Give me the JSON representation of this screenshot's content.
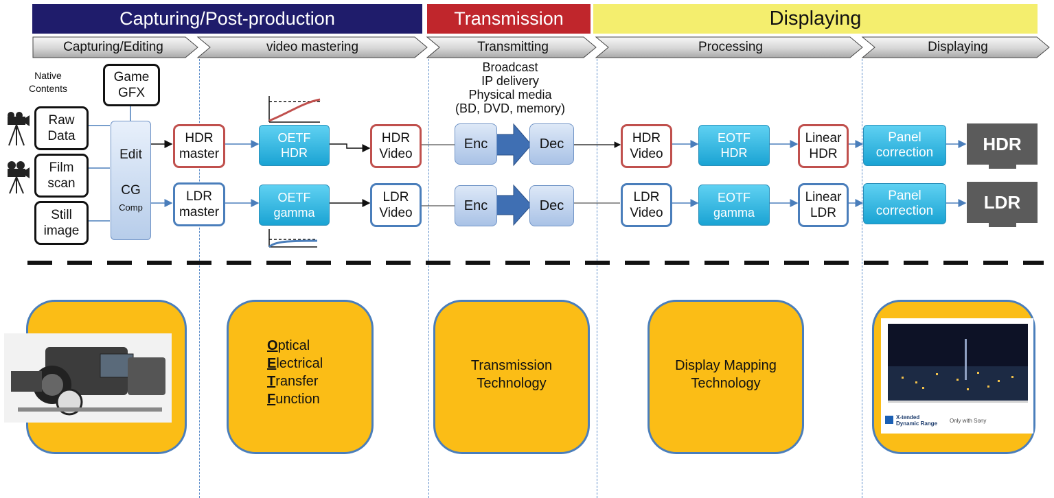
{
  "phases": {
    "capturing": "Capturing/Post-production",
    "transmission": "Transmission",
    "displaying": "Displaying"
  },
  "steps": [
    "Capturing/Editing",
    "video mastering",
    "Transmitting",
    "Processing",
    "Displaying"
  ],
  "sources": {
    "native_contents": [
      "Native",
      "Contents"
    ],
    "game": [
      "Game",
      "GFX"
    ],
    "raw": [
      "Raw",
      "Data"
    ],
    "film": [
      "Film",
      "scan"
    ],
    "still": [
      "Still",
      "image"
    ],
    "edit": "Edit",
    "cg": "CG",
    "comp": "Comp"
  },
  "hdr_path": {
    "master": [
      "HDR",
      "master"
    ],
    "oetf": [
      "OETF",
      "HDR"
    ],
    "video": [
      "HDR",
      "Video"
    ],
    "enc": "Enc",
    "dec": "Dec",
    "rx_video": [
      "HDR",
      "Video"
    ],
    "eotf": [
      "EOTF",
      "HDR"
    ],
    "linear": [
      "Linear",
      "HDR"
    ],
    "panel": [
      "Panel",
      "correction"
    ],
    "display": "HDR"
  },
  "ldr_path": {
    "master": [
      "LDR",
      "master"
    ],
    "oetf": [
      "OETF",
      "gamma"
    ],
    "video": [
      "LDR",
      "Video"
    ],
    "enc": "Enc",
    "dec": "Dec",
    "rx_video": [
      "LDR",
      "Video"
    ],
    "eotf": [
      "EOTF",
      "gamma"
    ],
    "linear": [
      "Linear",
      "LDR"
    ],
    "panel": [
      "Panel",
      "correction"
    ],
    "display": "LDR"
  },
  "delivery": [
    "Broadcast",
    "IP delivery",
    "Physical media",
    "(BD, DVD, memory)"
  ],
  "technologies": {
    "oetf": [
      {
        "initial": "O",
        "rest": "ptical"
      },
      {
        "initial": "E",
        "rest": "lectrical"
      },
      {
        "initial": "T",
        "rest": "ransfer"
      },
      {
        "initial": "F",
        "rest": "unction"
      }
    ],
    "transmission": [
      "Transmission",
      "Technology"
    ],
    "display_mapping": [
      "Display Mapping",
      "Technology"
    ]
  },
  "tv_image": {
    "brand_line1": "X-tended",
    "brand_line2": "Dynamic Range",
    "tagline": "Only with Sony"
  },
  "colors": {
    "navy": "#1f1c6b",
    "red": "#c0262c",
    "yellow": "#f4ee6e",
    "orange": "#fbbd16",
    "hdr_border": "#c0504d",
    "ldr_border": "#4a7ebb",
    "cyan": "#1aa3d3"
  },
  "icons": [
    "camera-icon",
    "film-camera-icon",
    "cinema-camera-photo",
    "tv-photo"
  ]
}
